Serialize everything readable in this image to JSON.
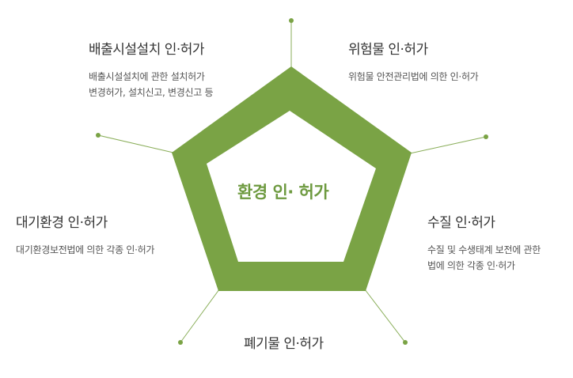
{
  "center": {
    "title": "환경 인· 허가",
    "color": "#6e9a40"
  },
  "shape_color": "#7aa345",
  "line_color": "#8aae5a",
  "items": [
    {
      "title": "배출시설설치 인·허가",
      "desc": [
        "배출시설설치에 관한 설치허가",
        "변경허가, 설치신고, 변경신고 등"
      ]
    },
    {
      "title": "위험물 인·허가",
      "desc": [
        "위험물 안전관리법에 의한 인·허가"
      ]
    },
    {
      "title": "대기환경 인·허가",
      "desc": [
        "대기환경보전법에 의한 각종 인·허가"
      ]
    },
    {
      "title": "수질 인·허가",
      "desc": [
        "수질 및 수생태계 보전에 관한",
        "법에 의한 각종 인·허가"
      ]
    },
    {
      "title": "폐기물 인·허가",
      "desc": []
    }
  ]
}
